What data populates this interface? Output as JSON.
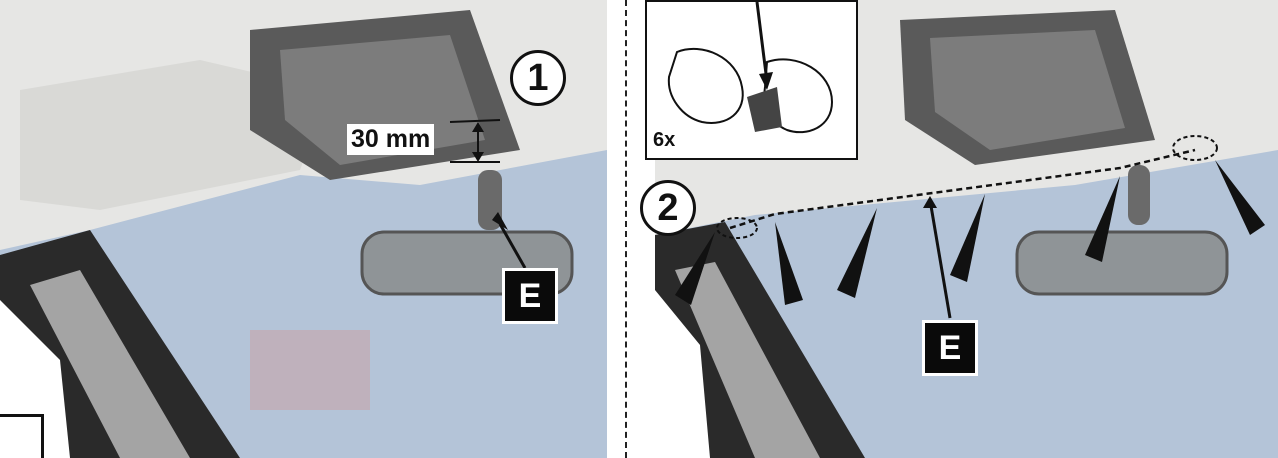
{
  "left_panel": {
    "step_number": "1",
    "dimension_label": "30 mm",
    "callout_letter": "E"
  },
  "right_panel": {
    "step_number": "2",
    "callout_letter": "E",
    "inset_count_label": "6x"
  },
  "colors": {
    "windshield": "#b4c4d8",
    "headliner": "#e6e6e4",
    "console": "#5a5a5a",
    "pillar": "#2a2a2a",
    "callout_bg": "#0a0a0a",
    "arrow": "#111111"
  }
}
